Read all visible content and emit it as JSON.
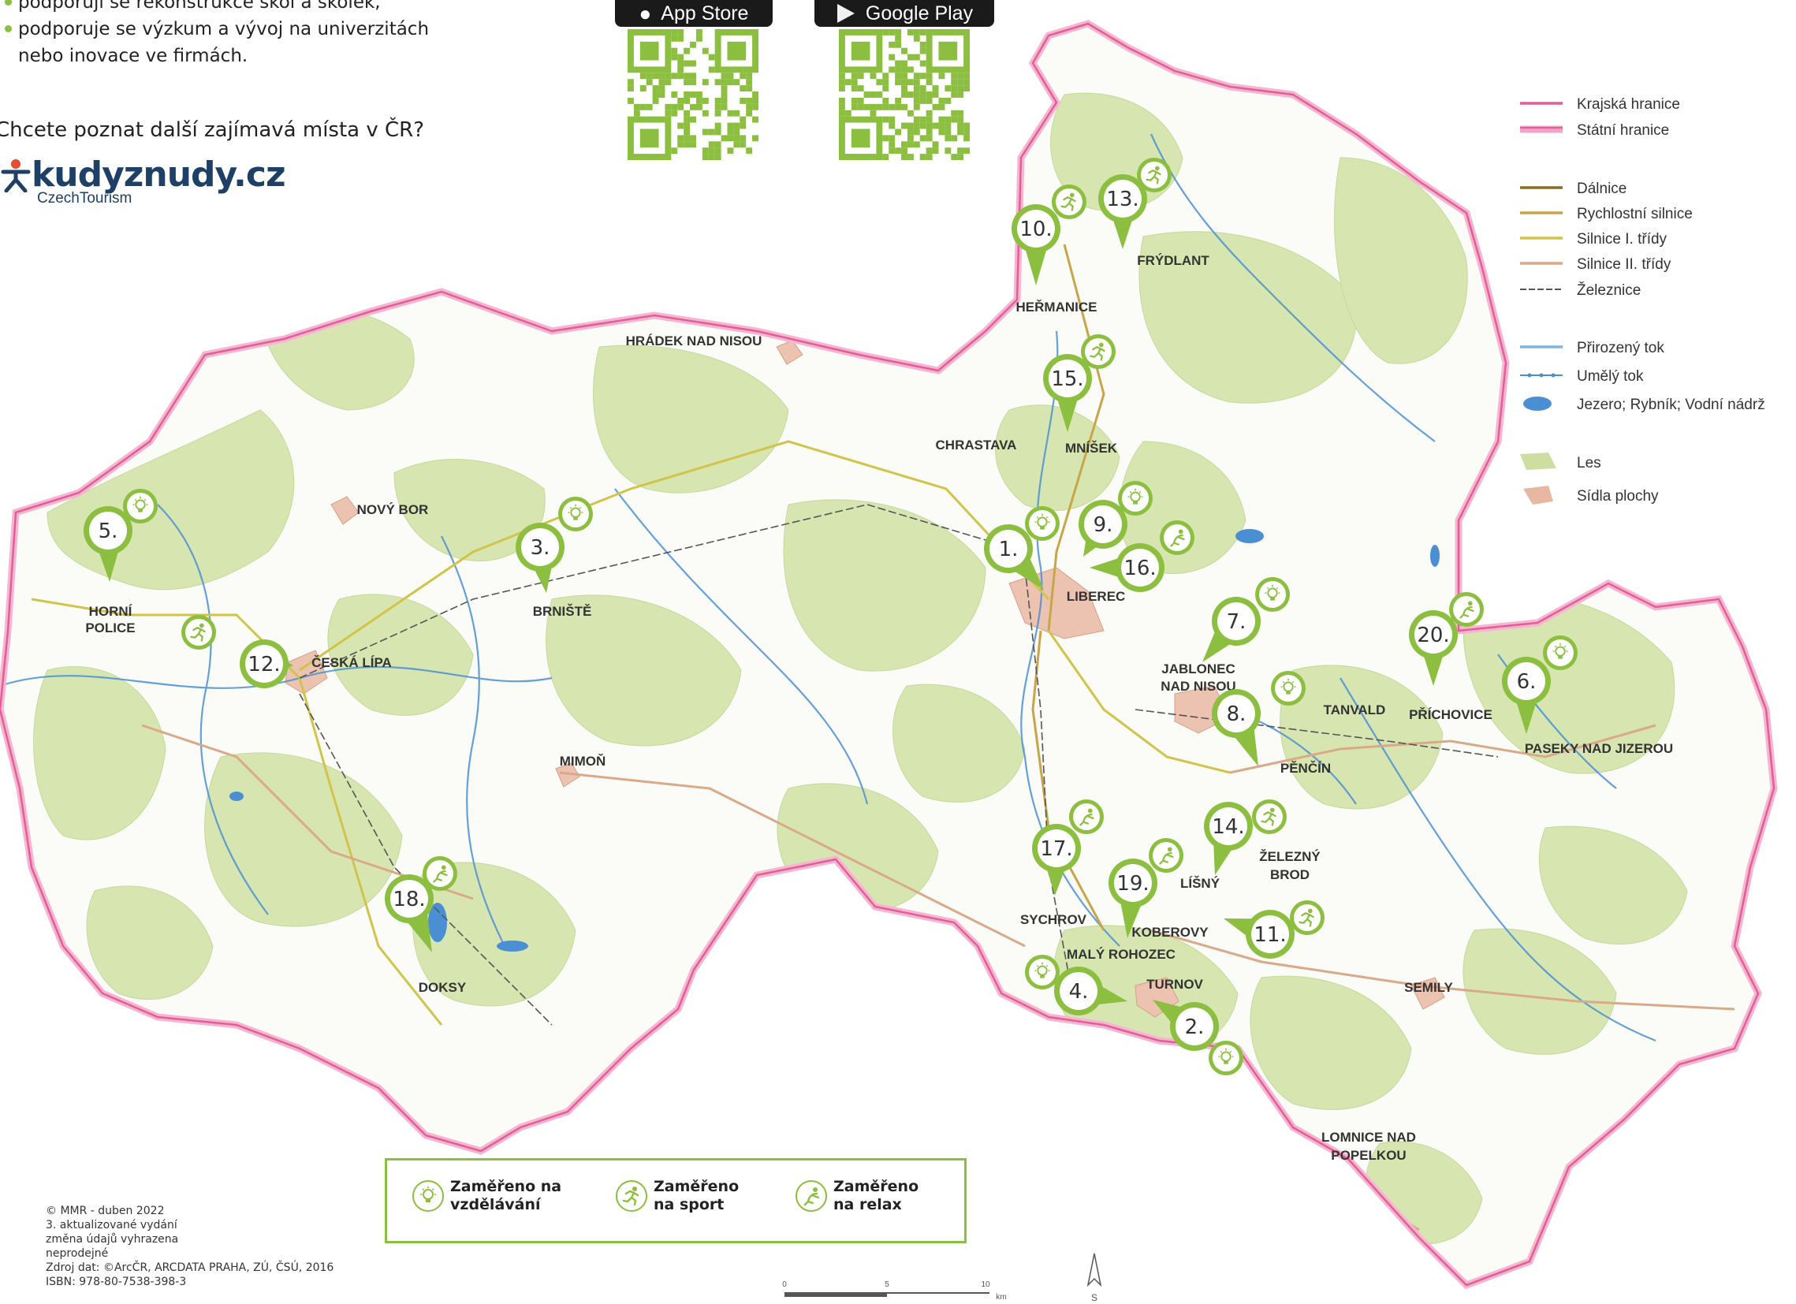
{
  "intro": {
    "bullets": [
      "podporují se rekonstrukce škol a školek,",
      "podporuje se výzkum a vývoj na univerzitách",
      "nebo inovace ve firmách."
    ],
    "question": "Chcete poznat další zajímavá místa v ČR?"
  },
  "logo": {
    "name": "kudyznudy.cz",
    "sub": "CzechTourism"
  },
  "stores": [
    {
      "label": "App Store",
      "icon": "apple-icon"
    },
    {
      "label": "Google Play",
      "icon": "google-play-icon"
    }
  ],
  "colors": {
    "accent": "#8cbf3f",
    "forest": "#d7e6b0",
    "river": "#4a8fd4",
    "regional_border": "#e75c96",
    "settlement": "#ecc2b0"
  },
  "towns": [
    "HRÁDEK NAD NISOU",
    "HEŘMANICE",
    "FRÝDLANT",
    "CHRASTAVA",
    "MNÍŠEK",
    "NOVÝ BOR",
    "BRNIŠTĚ",
    "HORNÍ",
    "POLICE",
    "ČESKÁ LÍPA",
    "LIBEREC",
    "JABLONEC",
    "NAD NISOU",
    "TANVALD",
    "PŘÍCHOVICE",
    "PASEKY NAD JIZEROU",
    "MIMOŇ",
    "PĚNČÍN",
    "ŽELEZNÝ",
    "BROD",
    "LÍŠNÝ",
    "SYCHROV",
    "KOBEROVY",
    "MALÝ ROHOZEC",
    "TURNOV",
    "SEMILY",
    "DOKSY",
    "LOMNICE NAD",
    "POPELKOU"
  ],
  "pins": [
    {
      "label": "1.",
      "type": "education"
    },
    {
      "label": "2.",
      "type": "education"
    },
    {
      "label": "3.",
      "type": "education"
    },
    {
      "label": "4.",
      "type": "education"
    },
    {
      "label": "5.",
      "type": "education"
    },
    {
      "label": "6.",
      "type": "education"
    },
    {
      "label": "7.",
      "type": "education"
    },
    {
      "label": "8.",
      "type": "education"
    },
    {
      "label": "9.",
      "type": "education"
    },
    {
      "label": "10.",
      "type": "sport"
    },
    {
      "label": "11.",
      "type": "sport"
    },
    {
      "label": "12.",
      "type": "sport"
    },
    {
      "label": "13.",
      "type": "sport"
    },
    {
      "label": "14.",
      "type": "sport"
    },
    {
      "label": "15.",
      "type": "sport"
    },
    {
      "label": "16.",
      "type": "relax"
    },
    {
      "label": "17.",
      "type": "relax"
    },
    {
      "label": "18.",
      "type": "relax"
    },
    {
      "label": "19.",
      "type": "relax"
    },
    {
      "label": "20.",
      "type": "relax"
    }
  ],
  "legend": [
    {
      "label": "Krajská hranice",
      "kind": "line",
      "color": "#e75c96"
    },
    {
      "label": "Státní hranice",
      "kind": "band",
      "color": "#f2a3c6"
    },
    {
      "label": "Dálnice",
      "kind": "line",
      "color": "#8a6d1a"
    },
    {
      "label": "Rychlostní silnice",
      "kind": "line",
      "color": "#c7a64a"
    },
    {
      "label": "Silnice I. třídy",
      "kind": "line",
      "color": "#d2c34a"
    },
    {
      "label": "Silnice II. třídy",
      "kind": "line",
      "color": "#d9a98a"
    },
    {
      "label": "Železnice",
      "kind": "rail",
      "color": "#555555"
    },
    {
      "label": "Přirozený tok",
      "kind": "line",
      "color": "#7fb3e6"
    },
    {
      "label": "Umělý tok",
      "kind": "dots",
      "color": "#4a8fd4"
    },
    {
      "label": "Jezero; Rybník; Vodní nádrž",
      "kind": "lake",
      "color": "#4a8fd4"
    },
    {
      "label": "Les",
      "kind": "forest",
      "color": "#cddfa0"
    },
    {
      "label": "Sídla plochy",
      "kind": "settle",
      "color": "#e7b7a2"
    }
  ],
  "focus": [
    {
      "line1": "Zaměřeno na",
      "line2": "vzdělávání",
      "type": "education"
    },
    {
      "line1": "Zaměřeno",
      "line2": "na sport",
      "type": "sport"
    },
    {
      "line1": "Zaměřeno",
      "line2": "na relax",
      "type": "relax"
    }
  ],
  "footer": [
    "© MMR - duben 2022",
    "3. aktualizované vydání",
    "změna údajů vyhrazena",
    "neprodejné",
    "Zdroj dat: ©ArcČR, ARCDATA PRAHA, ZÚ, ČSÚ, 2016",
    "ISBN: 978-80-7538-398-3"
  ],
  "scale": {
    "ticks": [
      "0",
      "5",
      "10"
    ],
    "unit": "km"
  },
  "north": "S"
}
